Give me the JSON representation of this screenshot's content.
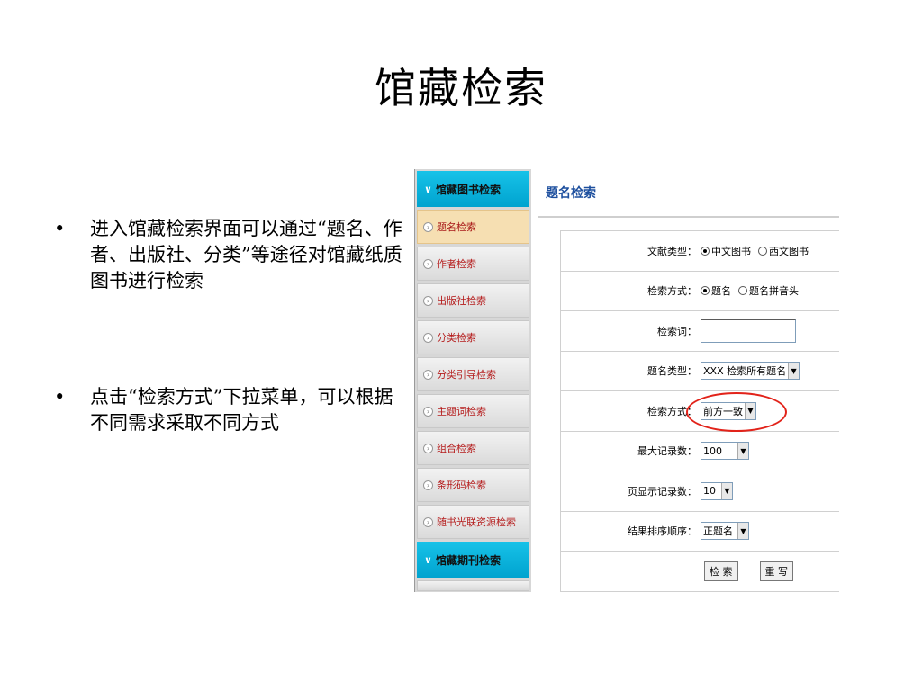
{
  "slide": {
    "title": "馆藏检索",
    "bullets": [
      {
        "marker": "•",
        "text": "进入馆藏检索界面可以通过“题名、作者、出版社、分类”等途径对馆藏纸质图书进行检索"
      },
      {
        "marker": "•",
        "text": "点击“检索方式”下拉菜单，可以根据不同需求采取不同方式"
      }
    ]
  },
  "nav": {
    "section_books": "馆藏图书检索",
    "section_journals": "馆藏期刊检索",
    "items": [
      "题名检索",
      "作者检索",
      "出版社检索",
      "分类检索",
      "分类引导检索",
      "主题词检索",
      "组合检索",
      "条形码检索",
      "随书光联资源检索"
    ]
  },
  "content": {
    "title": "题名检索",
    "fields": {
      "doc_type": {
        "label": "文献类型：",
        "options": [
          "中文图书",
          "西文图书"
        ],
        "selected": "中文图书"
      },
      "search_method_radio": {
        "label": "检索方式：",
        "options": [
          "题名",
          "题名拼音头"
        ],
        "selected": "题名"
      },
      "keyword": {
        "label": "检索词：",
        "value": ""
      },
      "title_type": {
        "label": "题名类型：",
        "value": "XXX 检索所有题名"
      },
      "match_method": {
        "label": "检索方式：",
        "value": "前方一致"
      },
      "max_records": {
        "label": "最大记录数：",
        "value": "100"
      },
      "page_size": {
        "label": "页显示记录数：",
        "value": "10"
      },
      "sort_order": {
        "label": "结果排序顺序：",
        "value": "正题名"
      }
    },
    "buttons": {
      "search": "检 索",
      "reset": "重 写"
    }
  },
  "colors": {
    "nav_header": "#00a3cf",
    "active_item": "#f6dfb2",
    "link_red": "#b51c1c",
    "title_blue": "#1d4f9e",
    "highlight": "#e2231a"
  }
}
